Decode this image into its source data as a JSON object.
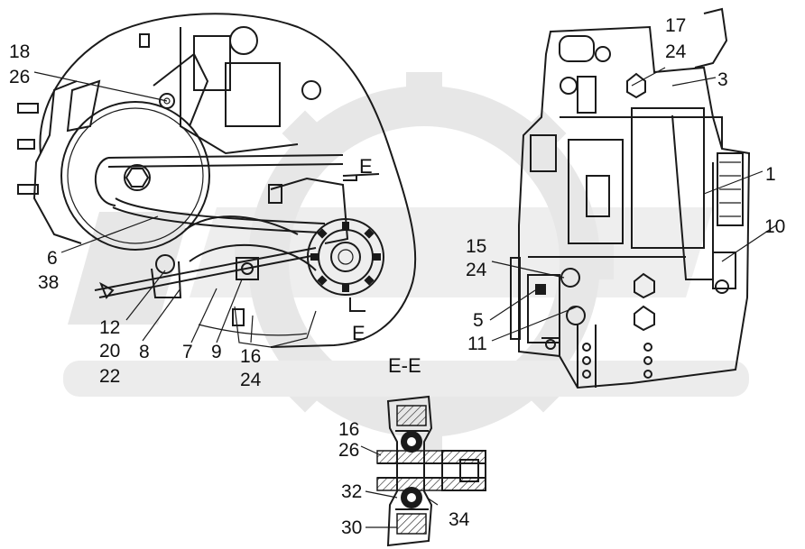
{
  "section_label": "E-E",
  "section_markers": [
    {
      "id": "e-top",
      "text": "E"
    },
    {
      "id": "e-bottom",
      "text": "E"
    }
  ],
  "callouts": [
    {
      "id": "c18",
      "lines": [
        "18",
        "26"
      ]
    },
    {
      "id": "c6",
      "lines": [
        "6",
        "38"
      ]
    },
    {
      "id": "c12",
      "lines": [
        "12",
        "20",
        "22"
      ]
    },
    {
      "id": "c8",
      "lines": [
        "8"
      ]
    },
    {
      "id": "c7",
      "lines": [
        "7"
      ]
    },
    {
      "id": "c9",
      "lines": [
        "9"
      ]
    },
    {
      "id": "c16a",
      "lines": [
        "16",
        "24"
      ]
    },
    {
      "id": "c17",
      "lines": [
        "17",
        "24"
      ]
    },
    {
      "id": "c3",
      "lines": [
        "3"
      ]
    },
    {
      "id": "c1",
      "lines": [
        "1"
      ]
    },
    {
      "id": "c10",
      "lines": [
        "10"
      ]
    },
    {
      "id": "c15",
      "lines": [
        "15",
        "24"
      ]
    },
    {
      "id": "c5",
      "lines": [
        "5",
        "11"
      ]
    },
    {
      "id": "c16b",
      "lines": [
        "16",
        "26"
      ]
    },
    {
      "id": "c32",
      "lines": [
        "32"
      ]
    },
    {
      "id": "c34",
      "lines": [
        "34"
      ]
    },
    {
      "id": "c30",
      "lines": [
        "30"
      ]
    }
  ]
}
